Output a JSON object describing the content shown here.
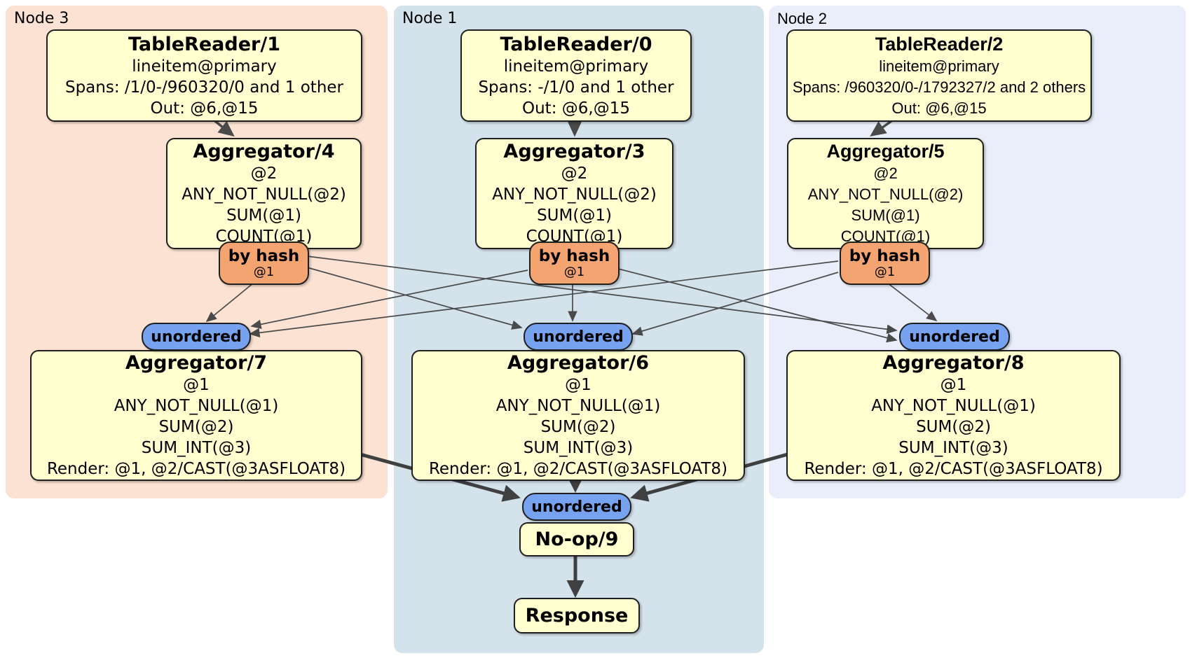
{
  "diagram": {
    "kind": "distributed SQL physical plan",
    "regions": {
      "node3": {
        "label": "Node 3"
      },
      "node1": {
        "label": "Node 1"
      },
      "node2": {
        "label": "Node 2"
      }
    },
    "processors": {
      "tr1": {
        "title": "TableReader/1",
        "lines": [
          "lineitem@primary",
          "Spans: /1/0-/960320/0 and 1 other",
          "Out: @6,@15"
        ]
      },
      "tr0": {
        "title": "TableReader/0",
        "lines": [
          "lineitem@primary",
          "Spans: -/1/0 and 1 other",
          "Out: @6,@15"
        ]
      },
      "tr2": {
        "title": "TableReader/2",
        "lines": [
          "lineitem@primary",
          "Spans: /960320/0-/1792327/2 and 2 others",
          "Out: @6,@15"
        ]
      },
      "agg4": {
        "title": "Aggregator/4",
        "lines": [
          "@2",
          "ANY_NOT_NULL(@2)",
          "SUM(@1)",
          "COUNT(@1)"
        ]
      },
      "agg3": {
        "title": "Aggregator/3",
        "lines": [
          "@2",
          "ANY_NOT_NULL(@2)",
          "SUM(@1)",
          "COUNT(@1)"
        ]
      },
      "agg5": {
        "title": "Aggregator/5",
        "lines": [
          "@2",
          "ANY_NOT_NULL(@2)",
          "SUM(@1)",
          "COUNT(@1)"
        ]
      },
      "agg7": {
        "title": "Aggregator/7",
        "lines": [
          "@1",
          "ANY_NOT_NULL(@1)",
          "SUM(@2)",
          "SUM_INT(@3)",
          "Render: @1, @2/CAST(@3ASFLOAT8)"
        ]
      },
      "agg6": {
        "title": "Aggregator/6",
        "lines": [
          "@1",
          "ANY_NOT_NULL(@1)",
          "SUM(@2)",
          "SUM_INT(@3)",
          "Render: @1, @2/CAST(@3ASFLOAT8)"
        ]
      },
      "agg8": {
        "title": "Aggregator/8",
        "lines": [
          "@1",
          "ANY_NOT_NULL(@1)",
          "SUM(@2)",
          "SUM_INT(@3)",
          "Render: @1, @2/CAST(@3ASFLOAT8)"
        ]
      },
      "noop9": {
        "title": "No-op/9"
      },
      "response": {
        "title": "Response"
      }
    },
    "routers": {
      "by_hash": {
        "label": "by hash",
        "tag": "@1"
      }
    },
    "syncs": {
      "unordered": {
        "label": "unordered"
      }
    },
    "colors": {
      "node3_bg": "#fbe2d2",
      "node1_bg": "#d4e2eb",
      "node2_bg": "#e9eefa",
      "processor_bg": "#ffffd0",
      "processor_border": "#1f1f1f",
      "router_bg": "#f4a470",
      "sync_bg": "#77a2f0",
      "edge": "#4a4a4a"
    }
  }
}
